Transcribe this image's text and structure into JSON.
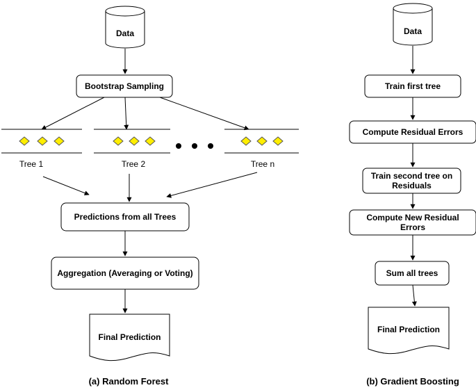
{
  "random_forest": {
    "data_label": "Data",
    "bootstrap_label": "Bootstrap Sampling",
    "trees": [
      "Tree 1",
      "Tree 2",
      "Tree n"
    ],
    "predictions_label": "Predictions from all Trees",
    "aggregation_label": "Aggregation (Averaging or Voting)",
    "final_label": "Final Prediction",
    "caption": "(a) Random Forest"
  },
  "gradient_boosting": {
    "data_label": "Data",
    "steps": [
      "Train first tree",
      "Compute Residual Errors",
      "Train second tree on Residuals",
      "Compute New Residual Errors",
      "Sum all trees"
    ],
    "final_label": "Final Prediction",
    "caption": "(b) Gradient Boosting"
  },
  "colors": {
    "node_fill": "#ffffff",
    "stroke": "#000000",
    "diamond_fill": "#ffee00"
  }
}
